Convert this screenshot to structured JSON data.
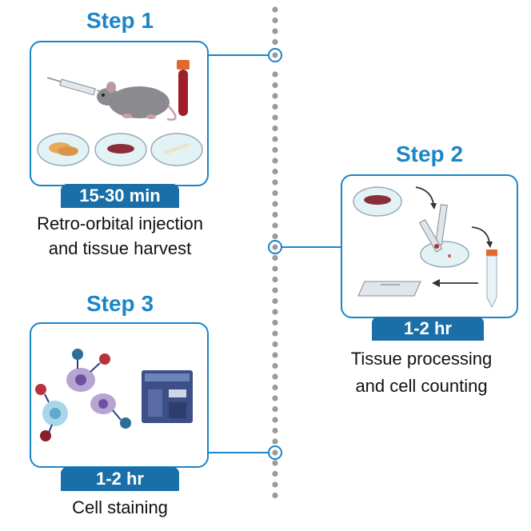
{
  "steps": [
    {
      "title": "Step 1",
      "duration": "15-30 min",
      "caption_line1": "Retro-orbital injection",
      "caption_line2": "and tissue harvest"
    },
    {
      "title": "Step 2",
      "duration": "1-2 hr",
      "caption_line1": "Tissue processing",
      "caption_line2": "and cell counting"
    },
    {
      "title": "Step 3",
      "duration": "1-2 hr",
      "caption_line1": "Cell staining",
      "caption_line2": ""
    }
  ],
  "colors": {
    "accent": "#1a86c7",
    "badge": "#1a6fa8",
    "timeline_dot": "#9a9a9a"
  }
}
